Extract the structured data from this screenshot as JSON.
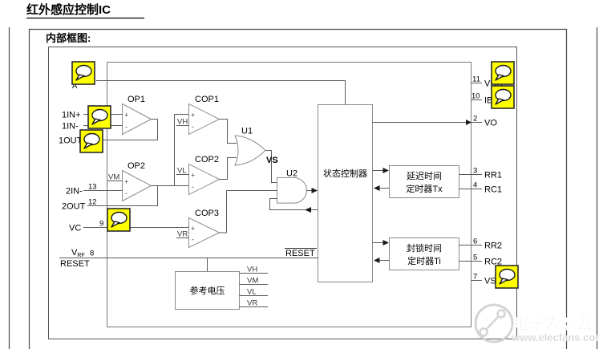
{
  "page": {
    "title": "红外感应控制IC",
    "section_label": "内部框图:"
  },
  "watermark": {
    "brand": "电子发烧友",
    "url": "www.elecfans.com"
  },
  "colors": {
    "annotation_yellow": "#ffff00",
    "watermark_gray": "#cccccc",
    "wire_gray": "#5a5a5a"
  },
  "pins": {
    "left": [
      {
        "num": "1",
        "label": "A"
      },
      {
        "num": "",
        "label": "1IN+"
      },
      {
        "num": "",
        "label": "1IN-"
      },
      {
        "num": "",
        "label": "1OUT"
      },
      {
        "num": "13",
        "label": "2IN-"
      },
      {
        "num": "12",
        "label": "2OUT"
      },
      {
        "num": "9",
        "label": "VC"
      },
      {
        "num": "8",
        "label_main": "V",
        "label_sub": "RF",
        "label2": "RESET"
      }
    ],
    "right": [
      {
        "num": "11",
        "label": "VDD"
      },
      {
        "num": "10",
        "label": "IB"
      },
      {
        "num": "2",
        "label": "VO"
      },
      {
        "num": "3",
        "label": "RR1"
      },
      {
        "num": "4",
        "label": "RC1"
      },
      {
        "num": "6",
        "label": "RR2"
      },
      {
        "num": "5",
        "label": "RC2"
      },
      {
        "num": "7",
        "label": "VSS"
      }
    ]
  },
  "blocks": {
    "state_controller": "状态控制器",
    "delay_timer_line1": "延迟时间",
    "delay_timer_line2": "定时器Tx",
    "blockade_timer_line1": "封锁时间",
    "blockade_timer_line2": "定时器Ti",
    "vref": "参考电压"
  },
  "amps": {
    "op1": "OP1",
    "op2": "OP2",
    "cop1": "COP1",
    "cop2": "COP2",
    "cop3": "COP3",
    "plus": "+",
    "minus": "-"
  },
  "gates": {
    "u1": "U1",
    "u2": "U2"
  },
  "signals": {
    "vs": "VS",
    "reset": "RESET",
    "vh": "VH",
    "vm": "VM",
    "vl": "VL",
    "vr": "VR"
  }
}
